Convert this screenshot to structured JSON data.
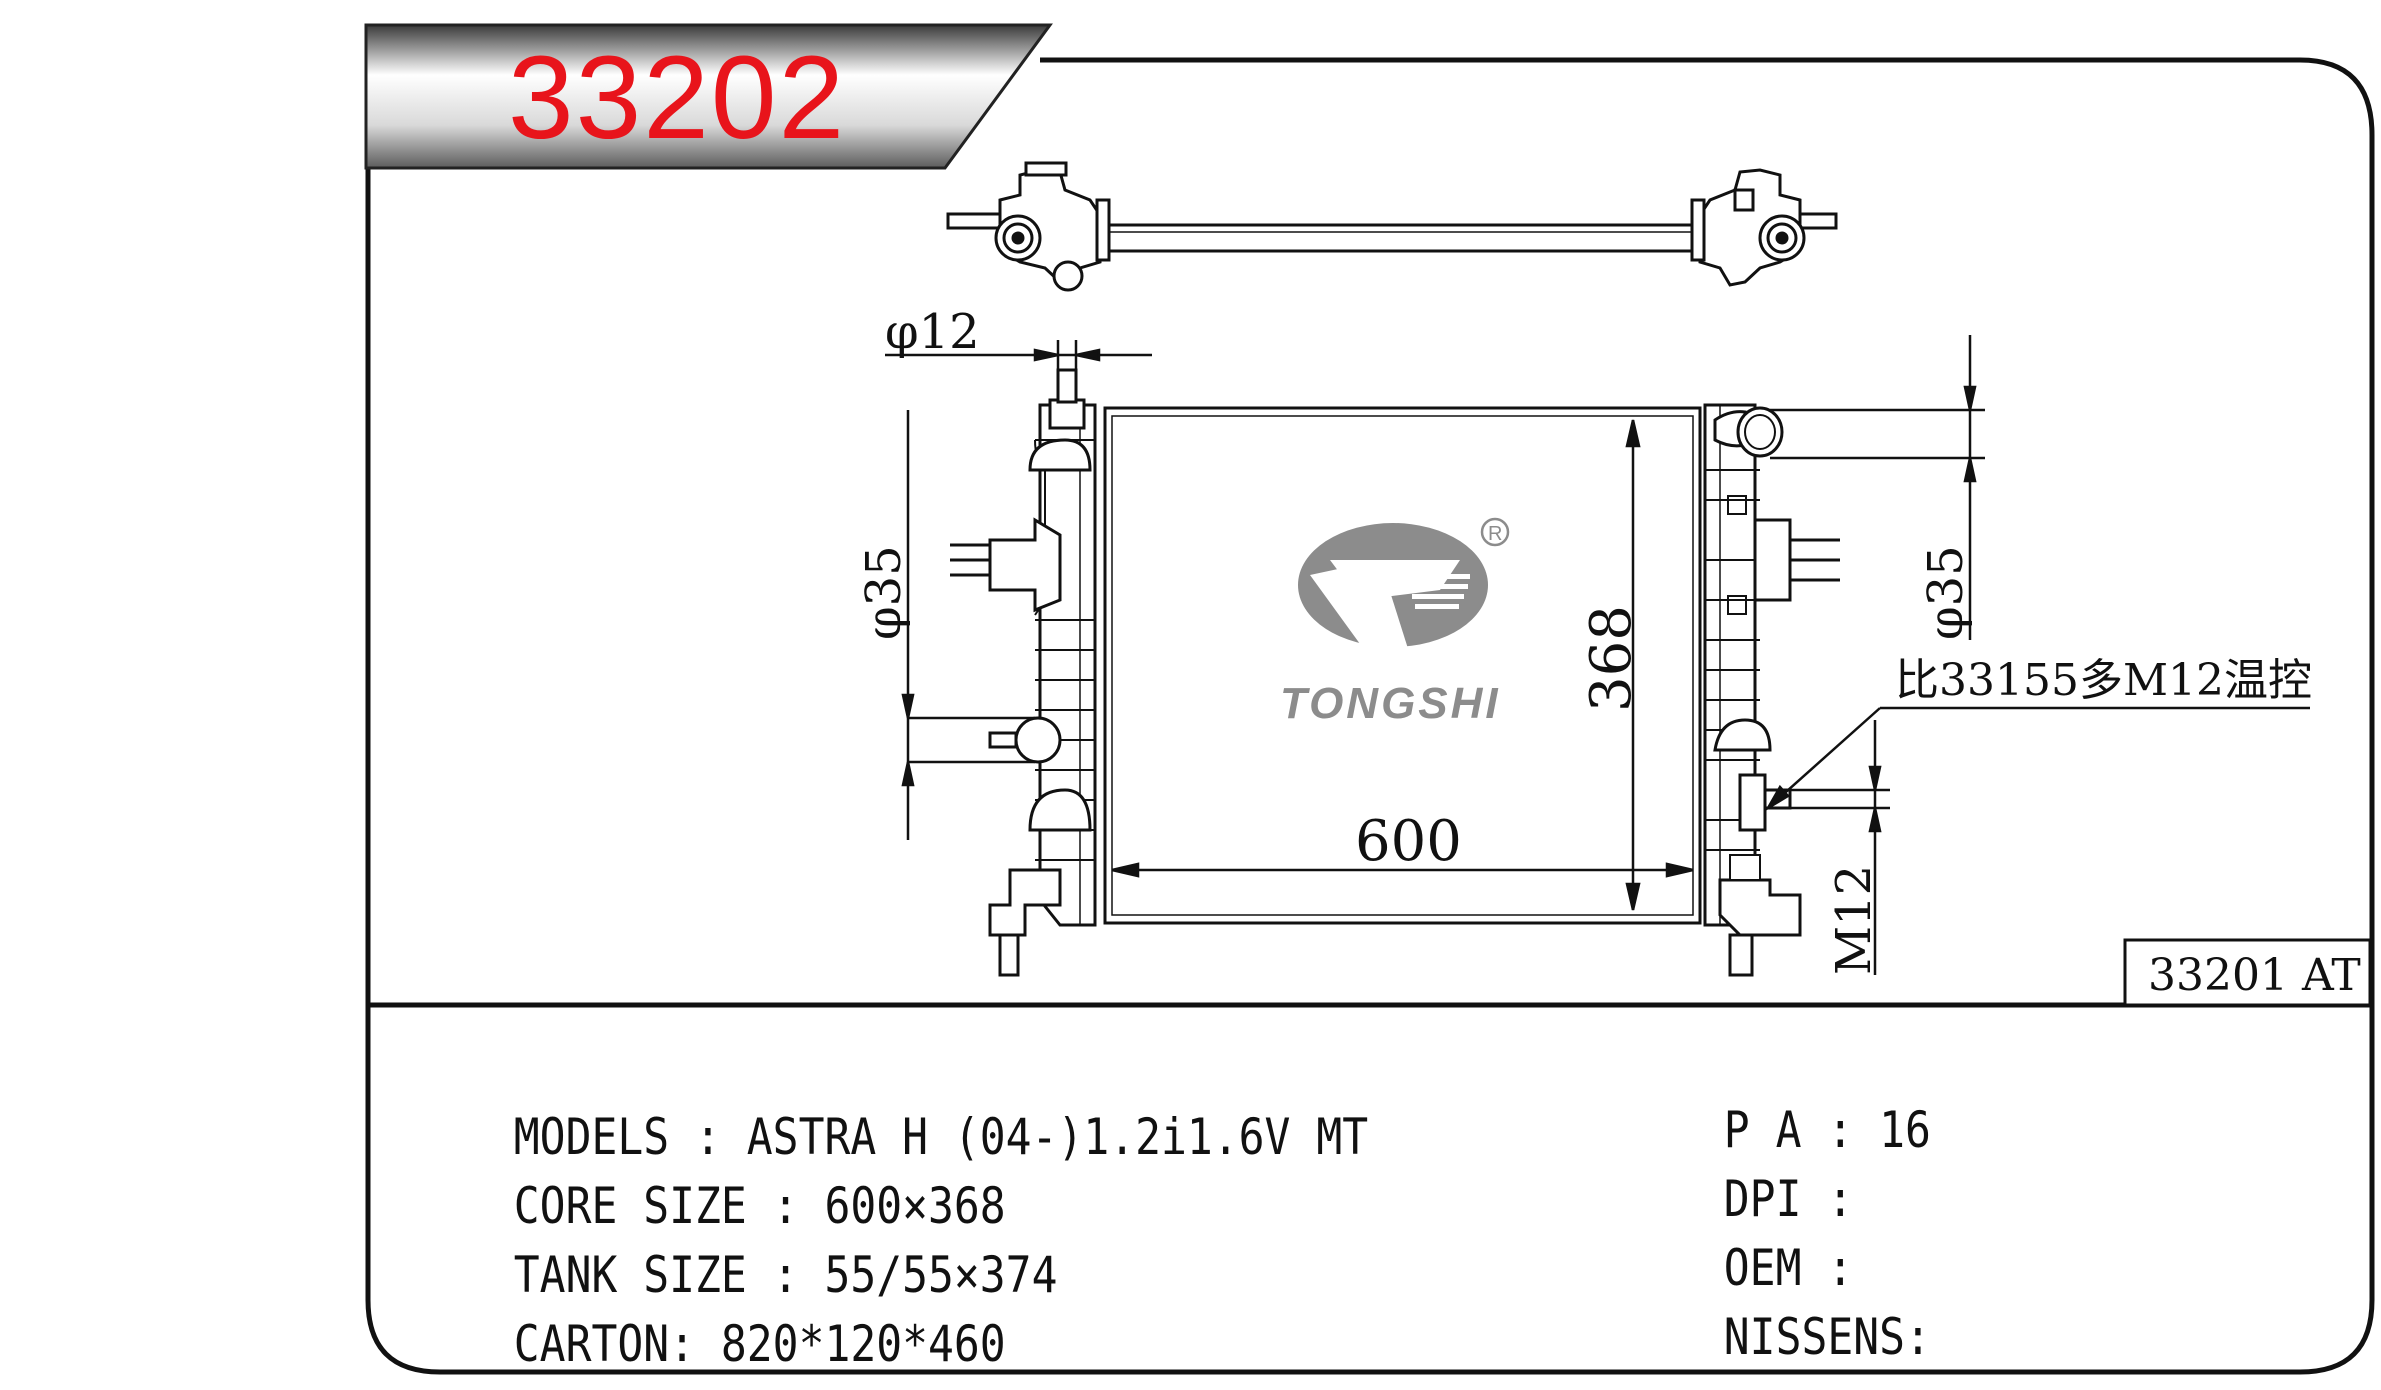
{
  "part_number": "33202",
  "alt_part": "33201 AT",
  "brand": {
    "name": "TONGSHI",
    "registered_mark": "R"
  },
  "dimensions": {
    "top_pipe": "φ12",
    "left_pipe": "φ35",
    "right_pipe": "φ35",
    "height": "368",
    "width": "600",
    "thread": "M12"
  },
  "note": "比33155多M12温控",
  "specs": {
    "models_label": "MODELS",
    "models_value": "ASTRA H (04-)1.2i1.6V MT",
    "core_label": "CORE SIZE",
    "core_value": "600×368",
    "tank_label": "TANK SIZE",
    "tank_value": "55/55×374",
    "carton_label": "CARTON:",
    "carton_value": "820*120*460",
    "pa_label": "P A",
    "pa_value": "16",
    "dpi_label": "DPI",
    "dpi_value": "",
    "oem_label": "OEM",
    "oem_value": "",
    "nissens_label": "NISSENS:",
    "nissens_value": ""
  },
  "colors": {
    "part_number": "#e8141b",
    "logo_gray": "#8c8c8c",
    "line": "#111111"
  }
}
